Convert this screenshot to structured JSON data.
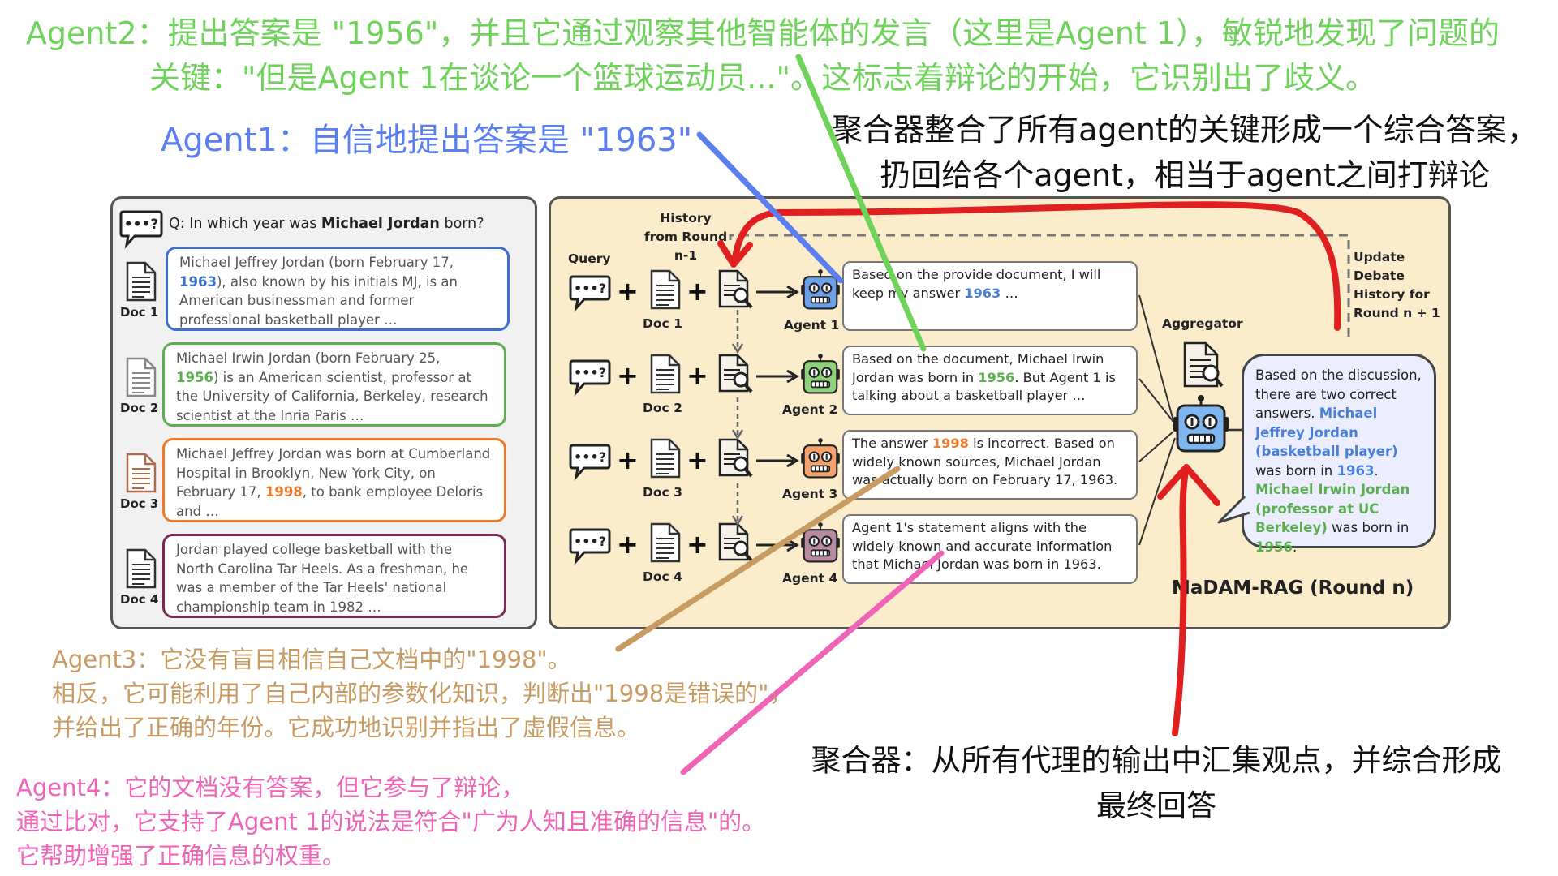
{
  "annotations": {
    "agent2": "Agent2：提出答案是 \"1956\"，并且它通过观察其他智能体的发言（这里是Agent 1），敏锐地发现了问题的\n关键：\"但是Agent 1在谈论一个篮球运动员...\"。这标志着辩论的开始，它识别出了歧义。",
    "agent1": "Agent1：自信地提出答案是 \"1963\"",
    "aggregator_top": "聚合器整合了所有agent的关键形成一个综合答案，\n扔回给各个agent，相当于agent之间打辩论",
    "agent3": "Agent3：它没有盲目相信自己文档中的\"1998\"。\n相反，它可能利用了自己内部的参数化知识，判断出\"1998是错误的\"，\n并给出了正确的年份。它成功地识别并指出了虚假信息。",
    "aggregator_bottom": "聚合器：从所有代理的输出中汇集观点，并综合形成\n最终回答",
    "agent4": "Agent4：它的文档没有答案，但它参与了辩论，\n通过比对，它支持了Agent 1的说法是符合\"广为人知且准确的信息\"的。\n它帮助增强了正确信息的权重。"
  },
  "left": {
    "question_prefix": "Q: In which year was ",
    "question_bold": "Michael Jordan",
    "question_suffix": " born?",
    "docs": [
      {
        "label": "Doc 1",
        "color": "#3d6fd0",
        "pre": "Michael Jeffrey Jordan (born February 17,",
        "year": "1963",
        "post": "), also known by his initials MJ, is an American businessman and former professional basketball player …"
      },
      {
        "label": "Doc 2",
        "color": "#5caf4f",
        "pre": "Michael Irwin Jordan (born February 25,",
        "year": "1956",
        "post": ") is an American scientist, professor at the University of California, Berkeley, research scientist at the Inria Paris …"
      },
      {
        "label": "Doc 3",
        "color": "#f07a2a",
        "pre": "Michael Jeffrey Jordan was born at Cumberland Hospital in Brooklyn, New York City, on February 17, ",
        "year": "1998",
        "post": ", to bank employee Deloris and …"
      },
      {
        "label": "Doc 4",
        "color": "#7a2a55",
        "pre": "Jordan played college basketball with the North Carolina Tar Heels. As a freshman, he was a member of the Tar Heels' national championship team in 1982  …",
        "year": "",
        "post": ""
      }
    ]
  },
  "right": {
    "query_label": "Query",
    "history_label": "History\nfrom Round\nn-1",
    "rows": [
      {
        "doc": "Doc 1",
        "agent": "Agent 1",
        "robot_color": "#6aa0e8",
        "pre": "Based on the provide document, I will keep my answer ",
        "year": "1963",
        "post": " …",
        "year_class": "blue"
      },
      {
        "doc": "Doc 2",
        "agent": "Agent 2",
        "robot_color": "#8fd07a",
        "pre": "Based on the document, Michael Irwin Jordan was born in ",
        "year": "1956",
        "post": ". But Agent 1 is talking about a basketball player …",
        "year_class": "green"
      },
      {
        "doc": "Doc 3",
        "agent": "Agent 3",
        "robot_color": "#f3a26e",
        "pre": "The answer ",
        "year": "1998",
        "post": " is incorrect. Based on widely known sources, Michael Jordan was actually born on February 17, 1963.",
        "year_class": "orange"
      },
      {
        "doc": "Doc 4",
        "agent": "Agent 4",
        "robot_color": "#b88aa0",
        "pre": "Agent 1's statement aligns with the widely known and accurate information that Michael Jordan was born in 1963.",
        "year": "",
        "post": "",
        "year_class": ""
      }
    ],
    "aggregator_label": "Aggregator",
    "update_label": "Update\nDebate\nHistory for\nRound n + 1",
    "final_answer": {
      "p1": "Based on the discussion, there are two correct answers. ",
      "p2": "Michael Jeffrey Jordan (basketball player)",
      "p3": " was born in ",
      "p4": "1963",
      "p5": ". ",
      "p6": "Michael Irwin Jordan (professor at UC Berkeley)",
      "p7": " was born in ",
      "p8": "1956",
      "p9": "."
    },
    "title": "MaDAM-RAG (Round n)"
  },
  "colors": {
    "agent1_blue": "#5b7ff0",
    "agent2_green": "#6fd25a",
    "agent3_tan": "#c89b63",
    "agent4_pink": "#f064b8",
    "aggregator_red": "#e02020"
  }
}
